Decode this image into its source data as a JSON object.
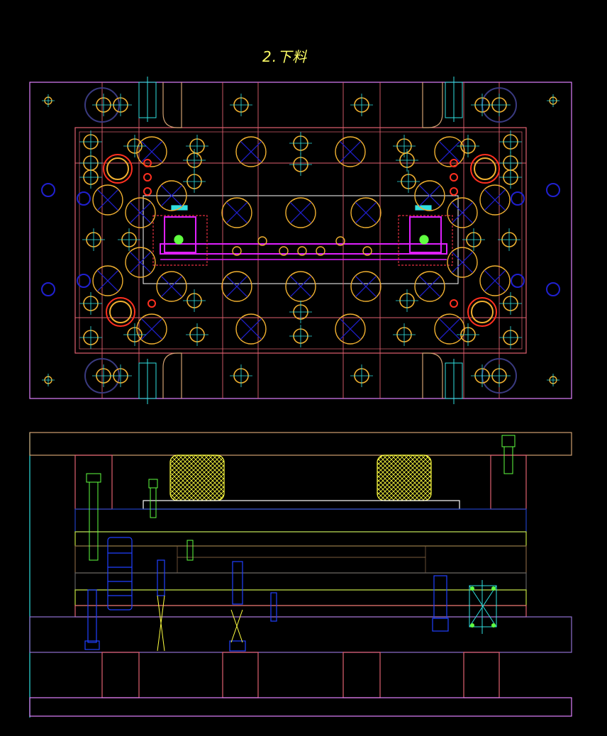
{
  "drawing": {
    "title": "2.下料",
    "views": [
      "plan-view",
      "section-view"
    ]
  },
  "colors": {
    "background": "#000000",
    "outline_magenta": "#e080ff",
    "pink": "#e06070",
    "orange": "#f0b030",
    "blue": "#2020d0",
    "cyan": "#30e0e0",
    "yellow": "#ffff40",
    "red": "#ff3020",
    "green": "#60ff40",
    "white": "#ffffff",
    "tan": "#d0a070",
    "olive": "#c0e040"
  }
}
